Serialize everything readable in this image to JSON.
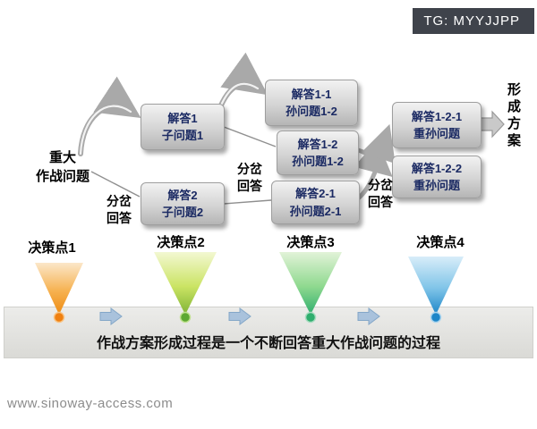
{
  "badge": {
    "text": "TG: MYYJJPP"
  },
  "watermark": {
    "text": "www.sinoway-access.com"
  },
  "diagram": {
    "root": {
      "line1": "重大",
      "line2": "作战问题"
    },
    "boxes": [
      {
        "line1": "解答1",
        "line2": "子问题1"
      },
      {
        "line1": "解答2",
        "line2": "子问题2"
      },
      {
        "line1": "解答1-1",
        "line2": "孙问题1-2"
      },
      {
        "line1": "解答1-2",
        "line2": "孙问题1-2"
      },
      {
        "line1": "解答2-1",
        "line2": "孙问题2-1"
      },
      {
        "line1": "解答1-2-1",
        "line2": "重孙问题"
      },
      {
        "line1": "解答1-2-2",
        "line2": "重孙问题"
      }
    ],
    "branch_labels": [
      {
        "line1": "分岔",
        "line2": "回答"
      },
      {
        "line1": "分岔",
        "line2": "回答"
      },
      {
        "line1": "分岔",
        "line2": "回答"
      }
    ],
    "outcome": {
      "text": "形成方案"
    },
    "decision_points": [
      {
        "label": "决策点1",
        "color": "#ee8b12"
      },
      {
        "label": "决策点2",
        "color": "#7fb335"
      },
      {
        "label": "决策点3",
        "color": "#2fae6e"
      },
      {
        "label": "决策点4",
        "color": "#1e86c8"
      }
    ],
    "caption": "作战方案形成过程是一个不断回答重大作战问题的过程"
  }
}
